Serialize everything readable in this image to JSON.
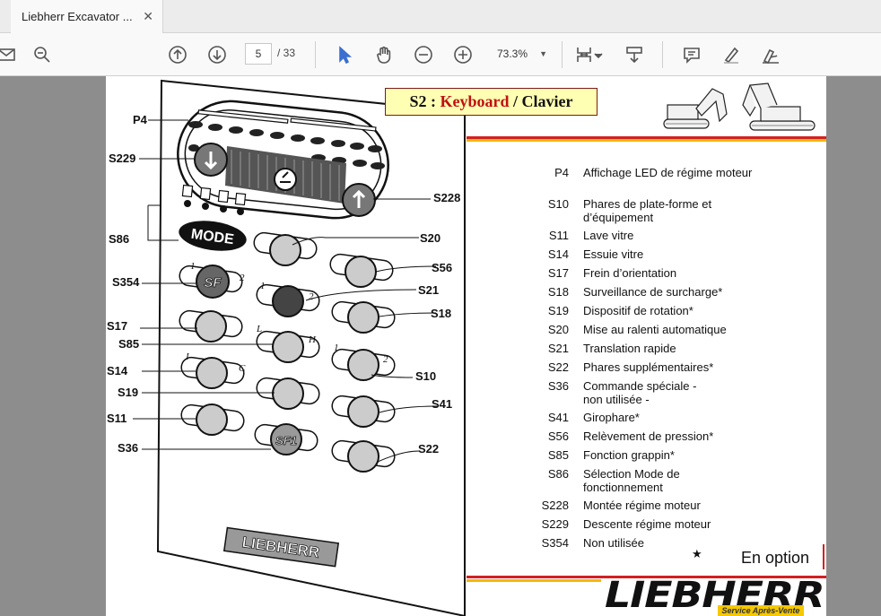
{
  "tab": {
    "title": "Liebherr Excavator ...",
    "close": "✕"
  },
  "toolbar": {
    "page_current": "5",
    "page_total": "/ 33",
    "zoom": "73.3%"
  },
  "document": {
    "title_code": "S2 :",
    "title_en": "Keyboard",
    "title_sep": "/",
    "title_fr": "Clavier",
    "keyboard_labels": {
      "p4": "P4",
      "s229": "S229",
      "s228": "S228",
      "s86": "S86",
      "s20": "S20",
      "s354": "S354",
      "s56": "S56",
      "s21": "S21",
      "s17": "S17",
      "s18": "S18",
      "s85": "S85",
      "s14": "S14",
      "s10": "S10",
      "s19": "S19",
      "s11": "S11",
      "s41": "S41",
      "s36": "S36",
      "s22": "S22"
    },
    "keyboard_text": {
      "mode": "MODE",
      "sf": "SF",
      "sf1": "SF1",
      "n1a": "1",
      "n2a": "2",
      "n1b": "1",
      "n2b": "2",
      "n1c": "1",
      "n2c": "2",
      "l": "L",
      "h": "H",
      "i": "I",
      "c": "C",
      "brand": "LIEBHERR"
    },
    "legend": [
      {
        "code": "P4",
        "desc": "Affichage LED de régime moteur"
      },
      {
        "code": "S10",
        "desc": "Phares de plate-forme et d’équipement"
      },
      {
        "code": "S11",
        "desc": "Lave vitre"
      },
      {
        "code": "S14",
        "desc": "Essuie vitre"
      },
      {
        "code": "S17",
        "desc": "Frein d’orientation"
      },
      {
        "code": "S18",
        "desc": "Surveillance de surcharge*"
      },
      {
        "code": "S19",
        "desc": "Dispositif de rotation*"
      },
      {
        "code": "S20",
        "desc": "Mise au ralenti automatique"
      },
      {
        "code": "S21",
        "desc": "Translation rapide"
      },
      {
        "code": "S22",
        "desc": "Phares supplémentaires*"
      },
      {
        "code": "S36",
        "desc": "Commande spéciale - non utilisée -"
      },
      {
        "code": "S41",
        "desc": "Girophare*"
      },
      {
        "code": "S56",
        "desc": "Relèvement de pression*"
      },
      {
        "code": "S85",
        "desc": "Fonction grappin*"
      },
      {
        "code": "S86",
        "desc": "Sélection Mode de fonctionnement"
      },
      {
        "code": "S228",
        "desc": "Montée régime moteur"
      },
      {
        "code": "S229",
        "desc": "Descente régime moteur"
      },
      {
        "code": "S354",
        "desc": "Non utilisée"
      }
    ],
    "option_star": "★",
    "option_text": "En option",
    "logo": "LIEBHERR",
    "service": "Service Après-Vente"
  },
  "colors": {
    "title_red": "#c01010",
    "title_bg": "#ffffb4",
    "rule_red": "#d42020",
    "rule_yellow": "#f0b800"
  }
}
